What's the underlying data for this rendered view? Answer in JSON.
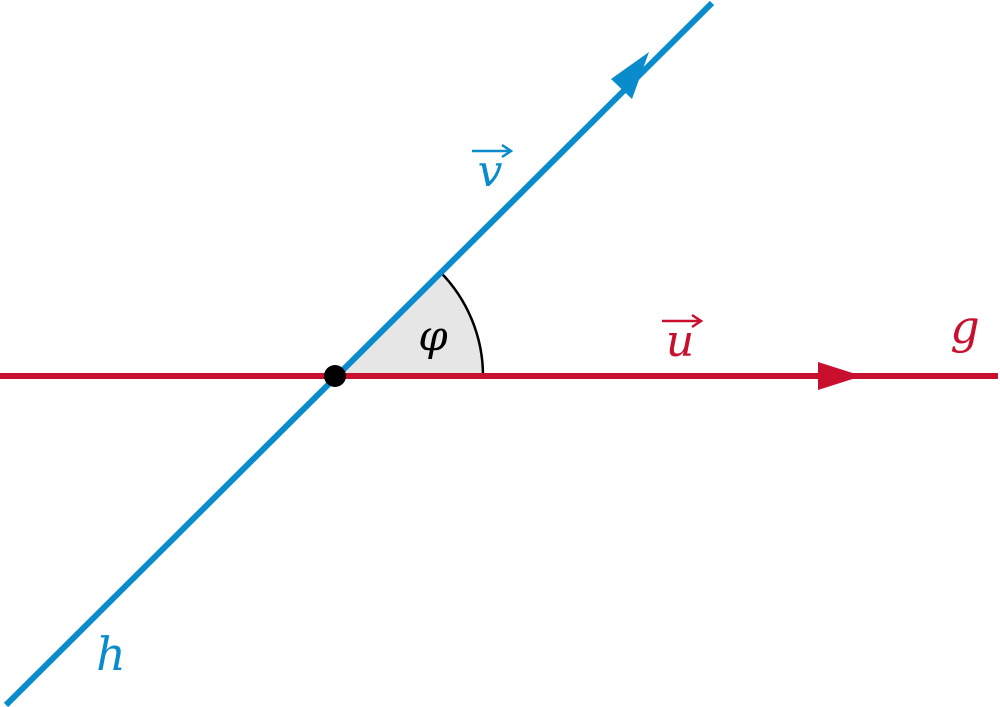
{
  "labels": {
    "line_g": "g",
    "line_h": "h",
    "vector_u": "u",
    "vector_v": "v",
    "angle": "φ"
  },
  "colors": {
    "line_g": "#c8102e",
    "line_h": "#0a8ccc",
    "intersection_point": "#000000",
    "angle_fill": "#e6e6e6",
    "angle_arc": "#000000"
  }
}
